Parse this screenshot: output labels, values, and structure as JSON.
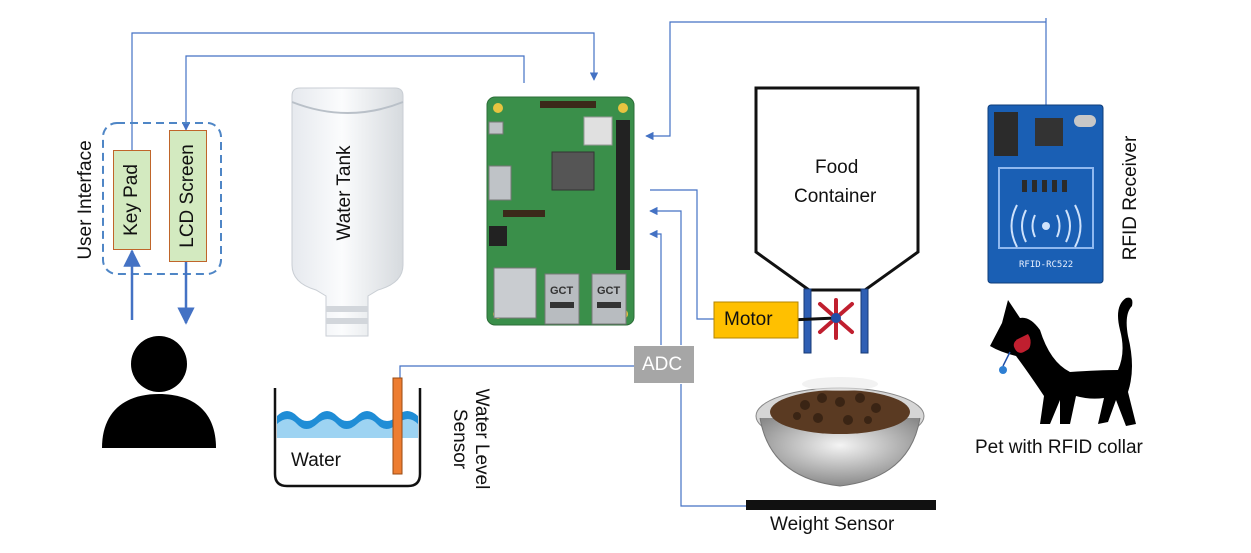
{
  "labels": {
    "user_interface": "User Interface",
    "key_pad": "Key Pad",
    "lcd_screen": "LCD Screen",
    "water_tank": "Water Tank",
    "water": "Water",
    "water_level_sensor": "Water Level Sensor",
    "adc": "ADC",
    "motor": "Motor",
    "food_container_line1": "Food",
    "food_container_line2": "Container",
    "weight_sensor": "Weight Sensor",
    "rfid_receiver": "RFID Receiver",
    "rfid_chip": "RFID-RC522",
    "pet": "Pet with RFID collar",
    "board_chip_1": "GCT",
    "board_chip_2": "GCT"
  },
  "colors": {
    "wire": "#4472c4",
    "dashed_border": "#4f86c6",
    "key_box_fill": "#d3eac0",
    "key_box_border": "#c0652a",
    "motor_fill": "#ffc000",
    "adc_fill": "#a6a6a6",
    "sensor_fill": "#ed7d31",
    "water": "#1f8dd6",
    "water_light": "#9dd3f2",
    "board_green": "#3a8f4a",
    "rfid_blue": "#1a5fb4"
  },
  "icons": [
    "user-icon",
    "cat-icon",
    "food-bowl-icon",
    "water-bottle-icon",
    "raspberry-pi-icon",
    "rfid-board-icon",
    "propeller-icon"
  ]
}
